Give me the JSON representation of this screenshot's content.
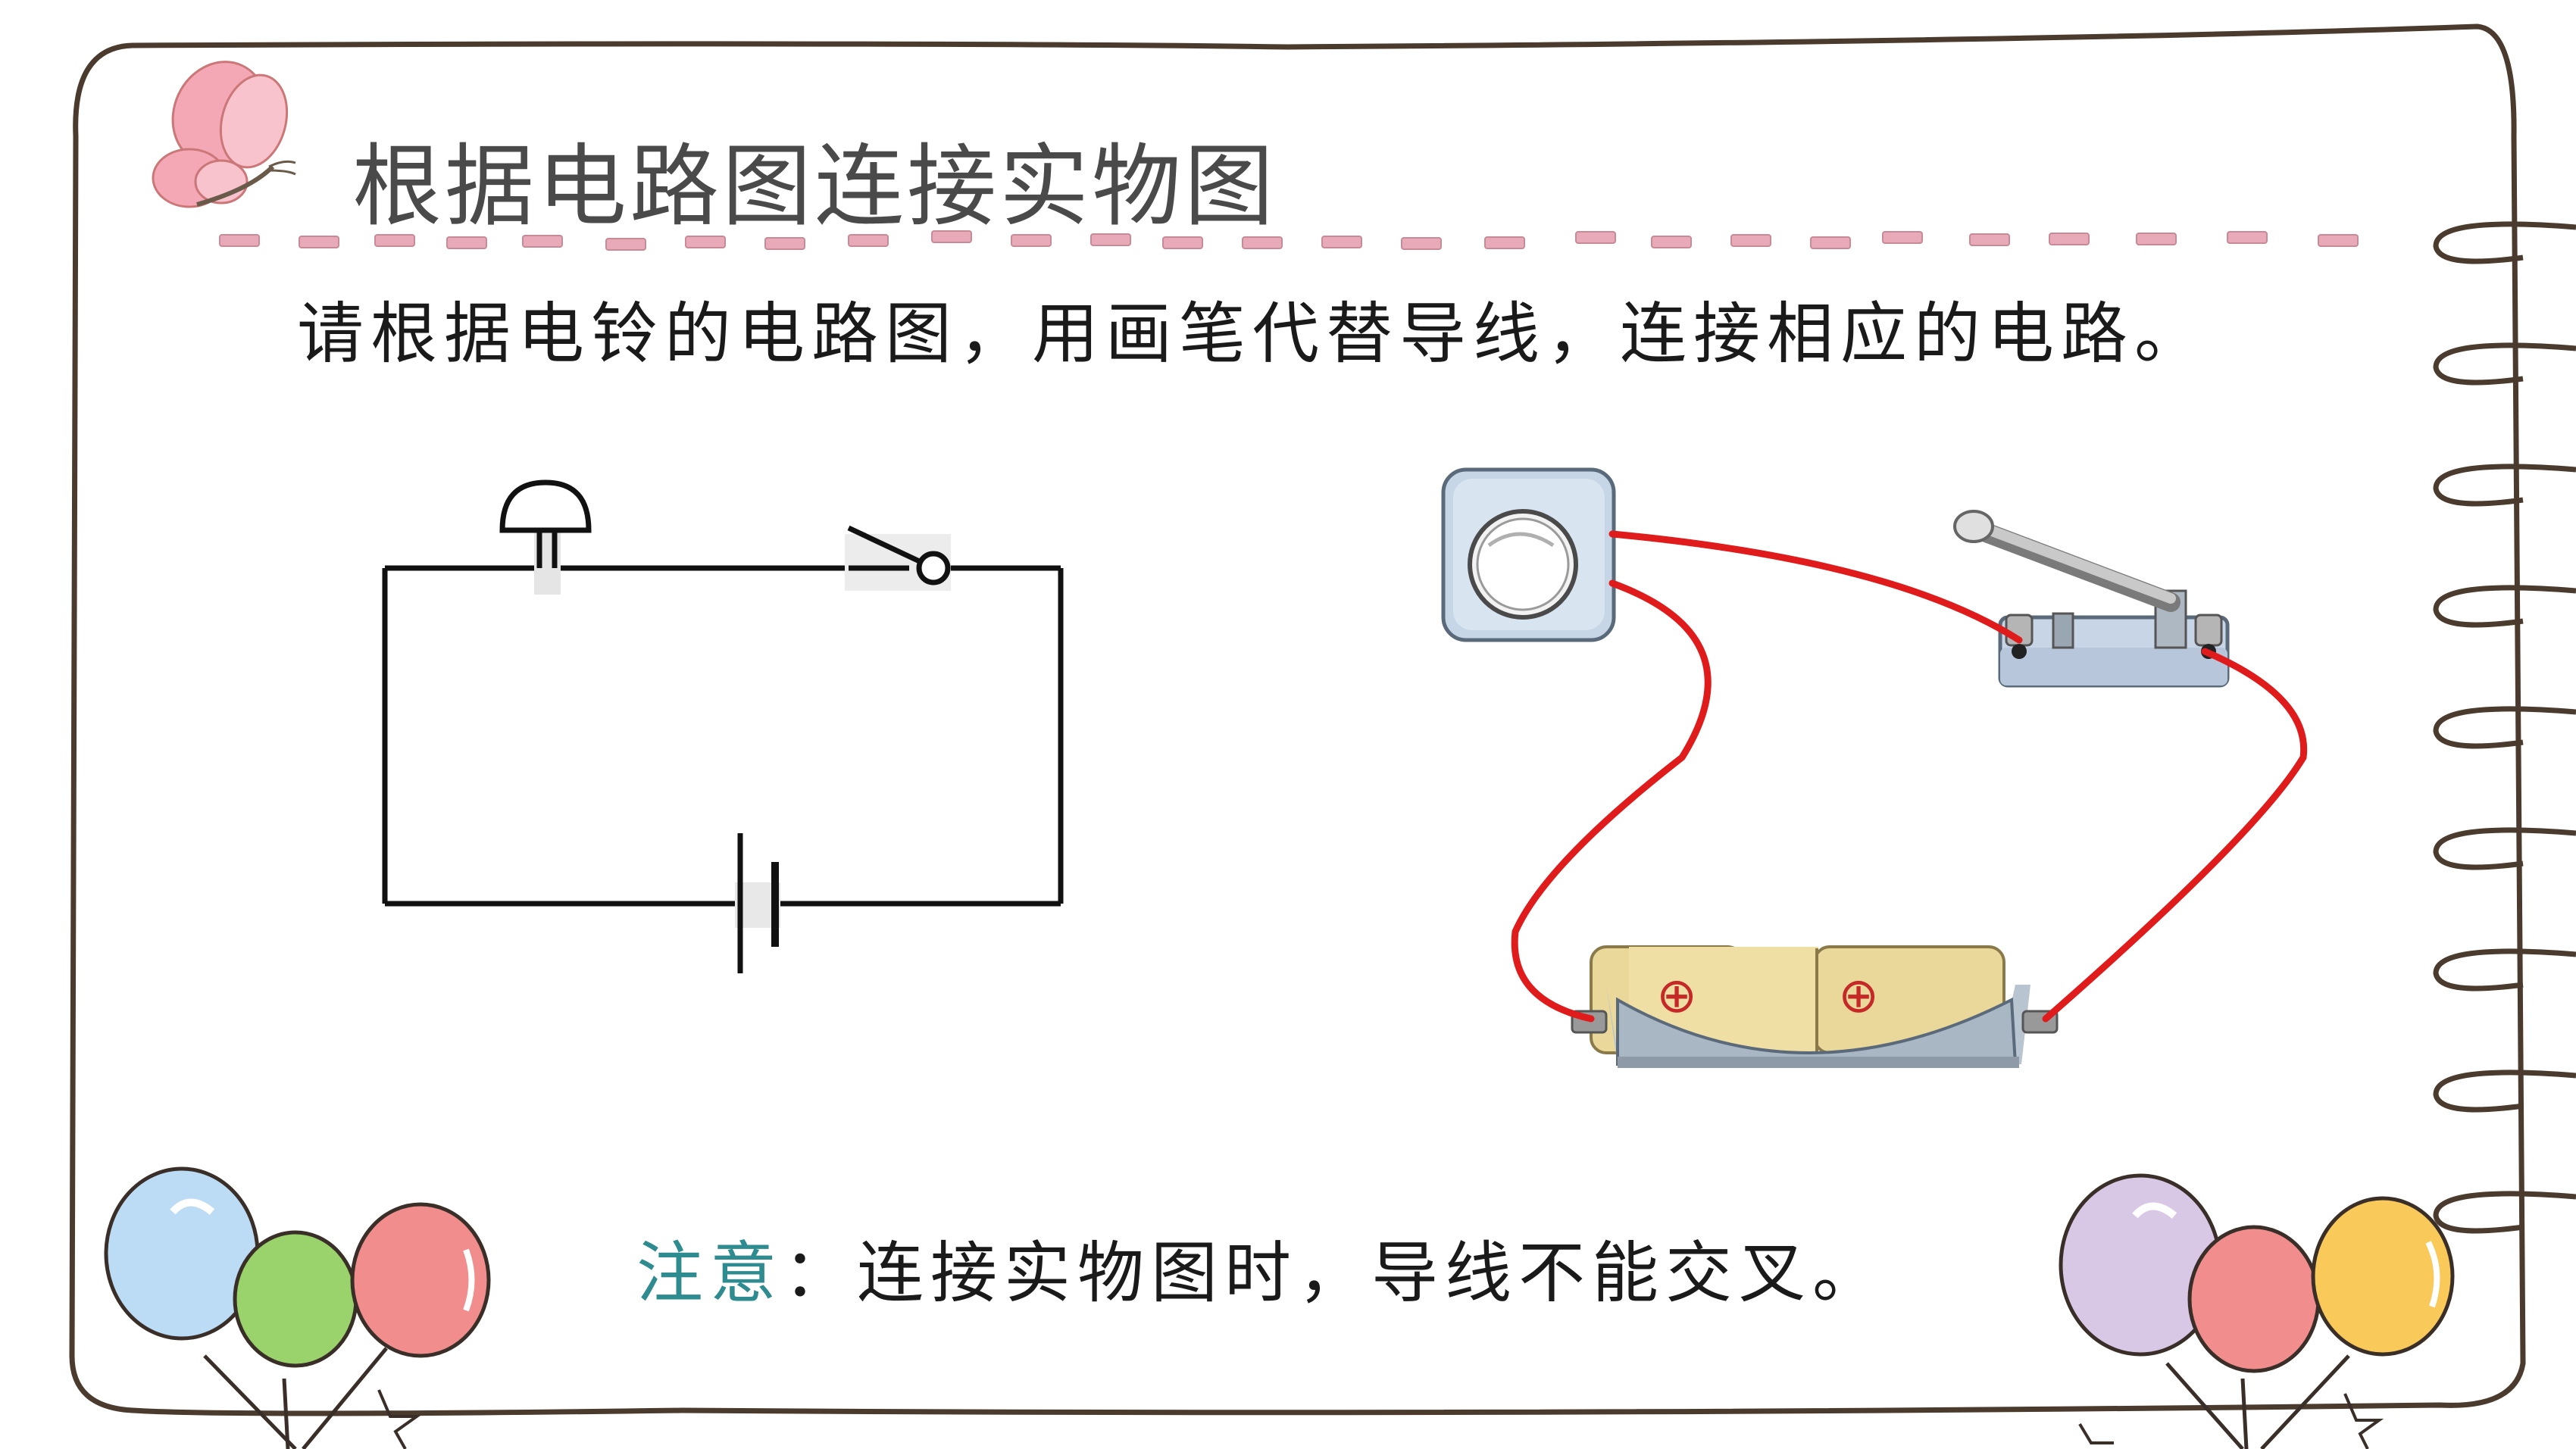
{
  "slide": {
    "title": "根据电路图连接实物图",
    "instruction": "请根据电铃的电路图，用画笔代替导线，连接相应的电路。",
    "note_label": "注意",
    "note_text": "：连接实物图时，导线不能交叉。"
  },
  "battery_holder": {
    "cell_symbols": [
      "⊕",
      "⊕"
    ]
  },
  "colors": {
    "frame": "#4a3b2e",
    "dashes": "#e8a9b8",
    "wire": "#e01b1b",
    "note_label": "#2e8b8f",
    "butterfly": "#f4a7b5",
    "balloons_left": [
      "#bcdcf5",
      "#9ad36b",
      "#f28d8d"
    ],
    "balloons_right": [
      "#d9c7e6",
      "#f28d8d",
      "#f9c95a"
    ]
  },
  "icons": [
    "butterfly-icon",
    "balloons-left-icon",
    "balloons-right-icon",
    "bell-icon",
    "switch-icon",
    "battery-icon"
  ]
}
